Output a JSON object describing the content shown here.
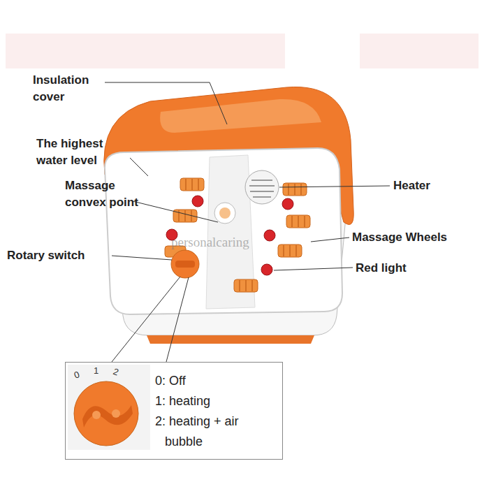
{
  "diagram": {
    "nodes": [
      {
        "text": [
          "0: Off",
          "1: heating",
          "2: heating + air bubble"
        ]
      }
    ],
    "labels": [
      "Insulation cover",
      "The highest water level",
      "Massage convex point",
      "Rotary switch",
      "Heater",
      "Massage Wheels",
      "Red light",
      "0",
      "1",
      "2",
      "personalcaring"
    ]
  }
}
